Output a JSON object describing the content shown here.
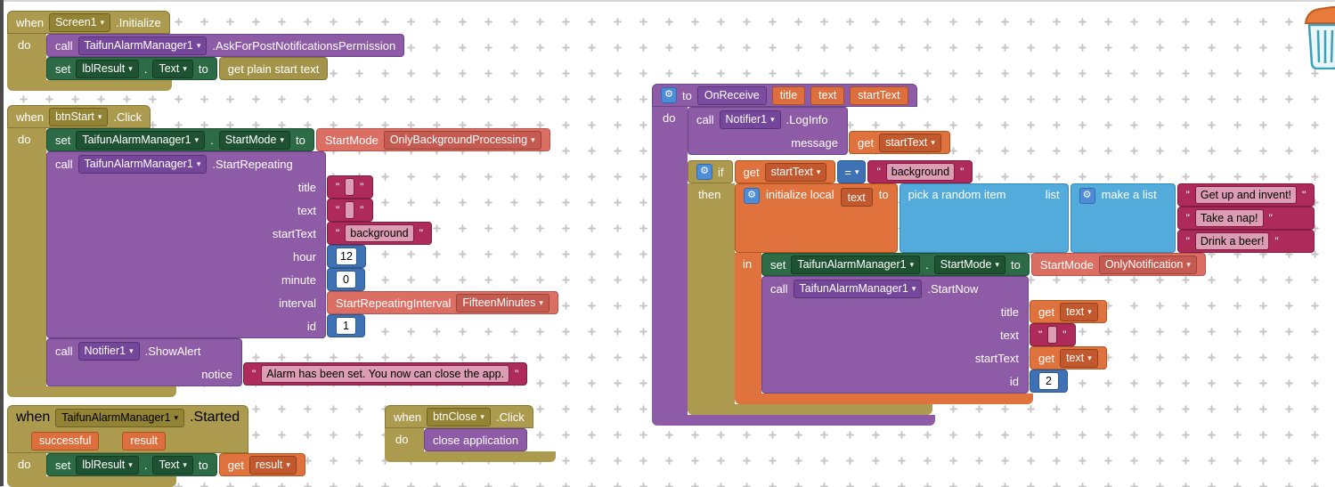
{
  "keywords": {
    "when": "when",
    "do": "do",
    "call": "call",
    "set": "set",
    "to": "to",
    "get": "get",
    "if": "if",
    "then": "then",
    "in": "in",
    "dot": ".",
    "eq": "="
  },
  "colors": {
    "event_gold": "#AC9A4F",
    "procedure_purple": "#8E5BA6",
    "property_green": "#2D6A46",
    "variable_orange": "#DD6F3F",
    "math_blue": "#3F71B5",
    "list_cyan": "#53ABDB",
    "text_pink": "#AE2A5A",
    "helper_salmon": "#DB6F63"
  },
  "screen_init": {
    "component": "Screen1",
    "event": ".Initialize",
    "ask": {
      "component": "TaifunAlarmManager1",
      "method": ".AskForPostNotificationsPermission"
    },
    "set_lbl": {
      "component": "lblResult",
      "property": "Text",
      "value_label": "get plain start text"
    }
  },
  "btn_start": {
    "component": "btnStart",
    "event": ".Click",
    "set_mode": {
      "component": "TaifunAlarmManager1",
      "property": "StartMode",
      "helper_label": "StartMode",
      "helper_value": "OnlyBackgroundProcessing"
    },
    "start_repeating": {
      "component": "TaifunAlarmManager1",
      "method": ".StartRepeating",
      "labels": {
        "title": "title",
        "text": "text",
        "startText": "startText",
        "hour": "hour",
        "minute": "minute",
        "interval": "interval",
        "id": "id"
      },
      "values": {
        "title": "",
        "text": "",
        "startText": "background",
        "hour": "12",
        "minute": "0",
        "interval_label": "StartRepeatingInterval",
        "interval_value": "FifteenMinutes",
        "id": "1"
      }
    },
    "show_alert": {
      "component": "Notifier1",
      "method": ".ShowAlert",
      "notice_label": "notice",
      "notice": "Alarm has been set. You now can close the app."
    }
  },
  "alarm_started": {
    "component": "TaifunAlarmManager1",
    "event": ".Started",
    "param1": "successful",
    "param2": "result",
    "set_lbl": {
      "component": "lblResult",
      "property": "Text",
      "get_value": "result"
    }
  },
  "btn_close": {
    "component": "btnClose",
    "event": ".Click",
    "action": "close application"
  },
  "on_receive": {
    "name": "OnReceive",
    "param1": "title",
    "param2": "text",
    "param3": "startText",
    "log": {
      "component": "Notifier1",
      "method": ".LogInfo",
      "message_label": "message",
      "get_value": "startText"
    },
    "condition": {
      "left_get": "startText",
      "op": "=",
      "right": "background"
    },
    "init_local": {
      "label": "initialize local",
      "name": "text",
      "pick_label": "pick a random item",
      "list_label": "list",
      "make_label": "make a list",
      "items": [
        "Get up and invent!",
        "Take a nap!",
        "Drink a beer!"
      ]
    },
    "set_mode": {
      "component": "TaifunAlarmManager1",
      "property": "StartMode",
      "helper_label": "StartMode",
      "helper_value": "OnlyNotification"
    },
    "start_now": {
      "component": "TaifunAlarmManager1",
      "method": ".StartNow",
      "labels": {
        "title": "title",
        "text": "text",
        "startText": "startText",
        "id": "id"
      },
      "values": {
        "title_get": "text",
        "text": "",
        "startText_get": "text",
        "id": "2"
      }
    }
  }
}
